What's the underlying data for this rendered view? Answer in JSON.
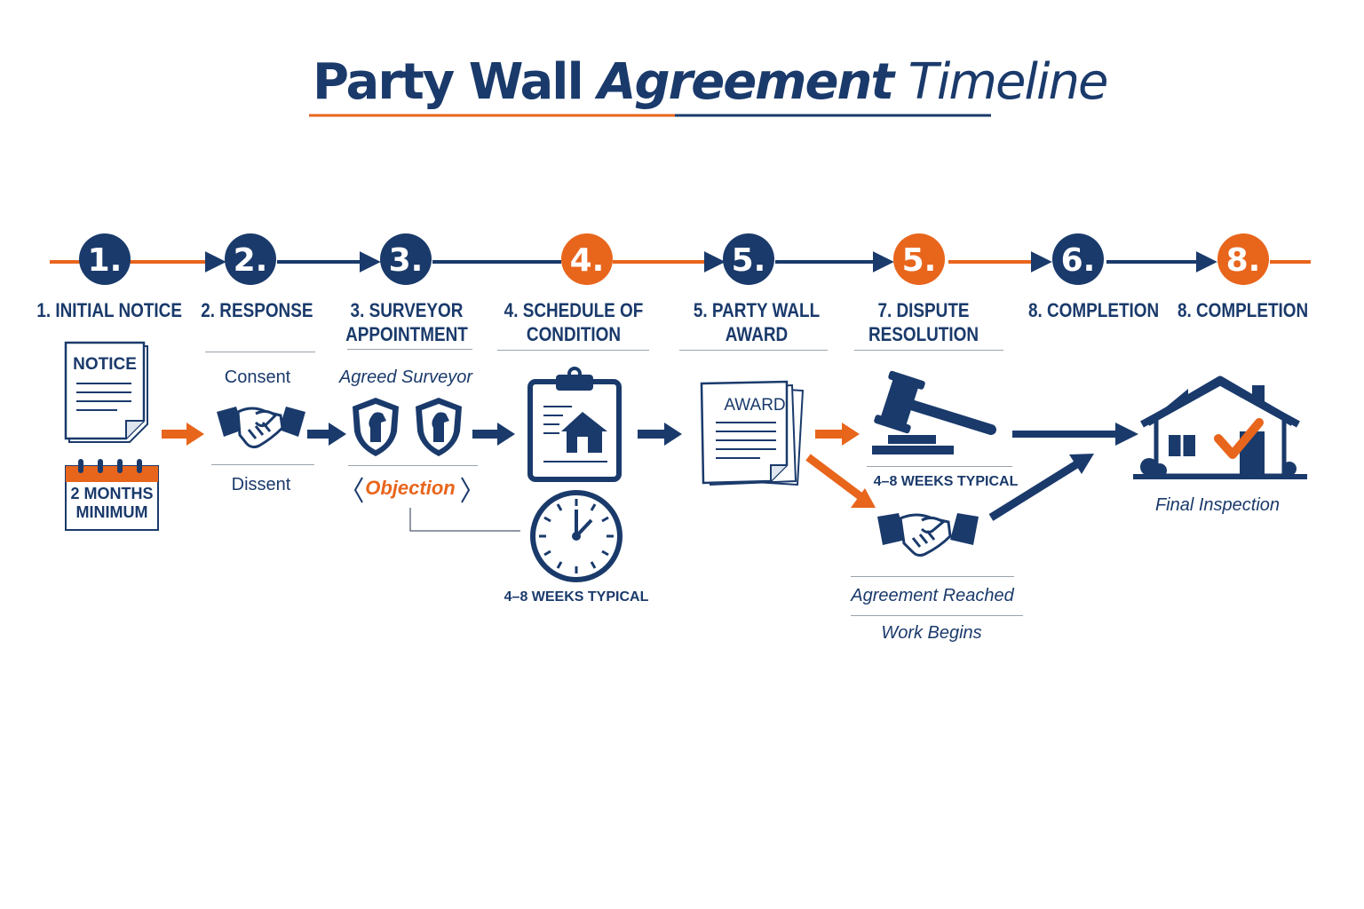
{
  "title": {
    "part1": "Party Wall",
    "part2": "Agreement",
    "part3": "Timeline"
  },
  "colors": {
    "navy": "#1a3a6b",
    "orange": "#e8651c",
    "rule": "#9aa3ad"
  },
  "steps": [
    {
      "number": "1.",
      "color": "navy",
      "label": "1. INITIAL NOTICE"
    },
    {
      "number": "2.",
      "color": "navy",
      "label": "2. RESPONSE"
    },
    {
      "number": "3.",
      "color": "navy",
      "label": "3. SURVEYOR APPOINTMENT"
    },
    {
      "number": "4.",
      "color": "orange",
      "label": "4. SCHEDULE OF CONDITION"
    },
    {
      "number": "5.",
      "color": "navy",
      "label": "5. PARTY WALL AWARD"
    },
    {
      "number": "5.",
      "color": "orange",
      "label": "7. DISPUTE RESOLUTION"
    },
    {
      "number": "6.",
      "color": "navy",
      "label": "8. COMPLETION"
    },
    {
      "number": "8.",
      "color": "orange",
      "label": "8. COMPLETION"
    }
  ],
  "notice": {
    "doc_label": "NOTICE",
    "calendar_line1": "2 MONTHS",
    "calendar_line2": "MINIMUM"
  },
  "response": {
    "consent": "Consent",
    "dissent": "Dissent"
  },
  "surveyor": {
    "agreed": "Agreed Surveyor",
    "objection": "Objection"
  },
  "schedule": {
    "duration": "4–8 WEEKS TYPICAL"
  },
  "award": {
    "doc_label": "AWARD"
  },
  "dispute": {
    "duration": "4–8 WEEKS TYPICAL",
    "agreement": "Agreement Reached",
    "work": "Work Begins"
  },
  "completion": {
    "caption": "Final Inspection"
  },
  "icons": [
    "notice-document-icon",
    "calendar-icon",
    "handshake-icon",
    "shield-horse-icon",
    "clipboard-house-icon",
    "clock-icon",
    "award-document-icon",
    "gavel-icon",
    "house-check-icon"
  ]
}
